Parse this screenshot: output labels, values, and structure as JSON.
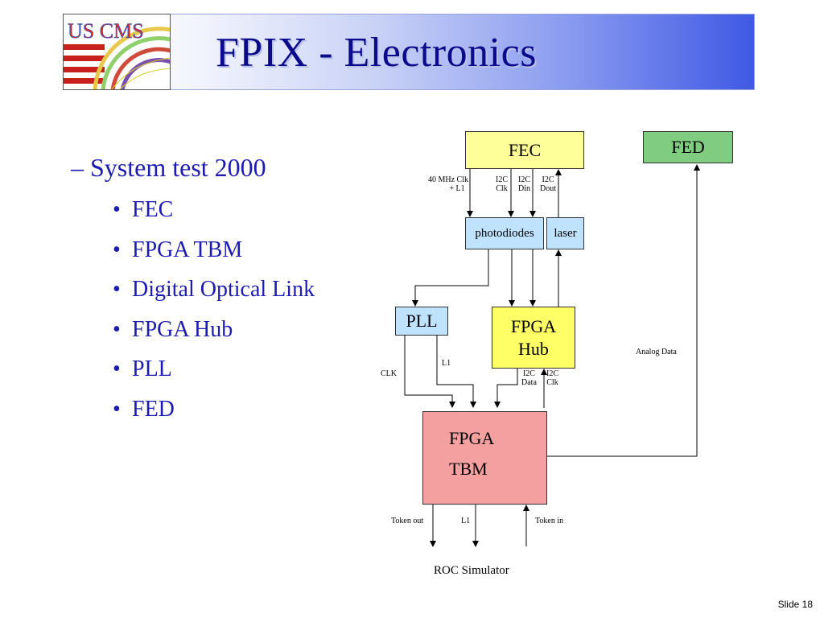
{
  "header": {
    "title": "FPIX - Electronics",
    "logo_text": "US CMS"
  },
  "content": {
    "sub_heading": "– System test 2000",
    "bullets": [
      "FEC",
      "FPGA TBM",
      "Digital Optical Link",
      "FPGA Hub",
      "PLL",
      "FED"
    ],
    "bullet_char": "•"
  },
  "diagram": {
    "boxes": {
      "fec": "FEC",
      "fed": "FED",
      "photodiodes": "photodiodes",
      "laser": "laser",
      "pll": "PLL",
      "hub_line1": "FPGA",
      "hub_line2": "Hub",
      "tbm_line1": "FPGA",
      "tbm_line2": "TBM"
    },
    "labels": {
      "clk_line1": "40 MHz Clk",
      "clk_line2": "+ L1",
      "i2c_clk_1": "I2C",
      "i2c_clk_2": "Clk",
      "i2c_din_1": "I2C",
      "i2c_din_2": "Din",
      "i2c_dout_1": "I2C",
      "i2c_dout_2": "Dout",
      "analog": "Analog Data",
      "clk": "CLK",
      "l1_pll": "L1",
      "hub_i2c_data_1": "I2C",
      "hub_i2c_data_2": "Data",
      "hub_i2c_clk_1": "I2C",
      "hub_i2c_clk_2": "Clk",
      "token_out": "Token out",
      "l1_bottom": "L1",
      "token_in": "Token in",
      "roc_sim": "ROC Simulator"
    },
    "colors": {
      "fec": "#ffff99",
      "fed": "#80cc80",
      "optics": "#bfe3ff",
      "hub": "#ffff66",
      "tbm": "#f4a0a0"
    }
  },
  "footer": {
    "slide_label": "Slide",
    "slide_number": "18"
  }
}
